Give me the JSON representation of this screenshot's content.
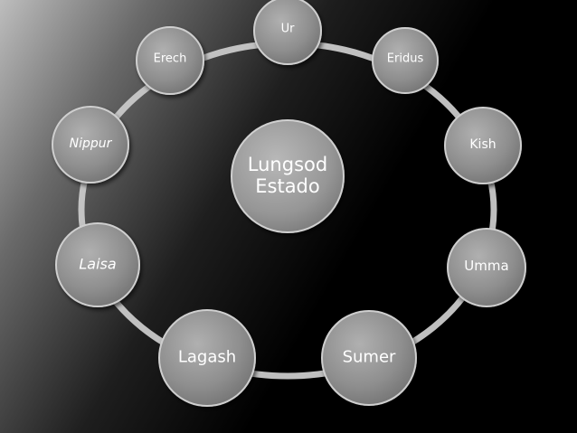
{
  "diagram": {
    "center": {
      "label_line1": "Lungsod",
      "label_line2": "Estado"
    },
    "nodes": [
      {
        "label": "Ur",
        "italic": false
      },
      {
        "label": "Eridus",
        "italic": false
      },
      {
        "label": "Kish",
        "italic": false
      },
      {
        "label": "Umma",
        "italic": false
      },
      {
        "label": "Sumer",
        "italic": false
      },
      {
        "label": "Lagash",
        "italic": false
      },
      {
        "label": "Laisa",
        "italic": true
      },
      {
        "label": "Nippur",
        "italic": true
      },
      {
        "label": "Erech",
        "italic": false
      }
    ],
    "colors": {
      "ring": "#c9c9c9",
      "node_fill": "#8f8f8f",
      "center_fill": "#9a9a9a",
      "text": "#ffffff"
    }
  }
}
